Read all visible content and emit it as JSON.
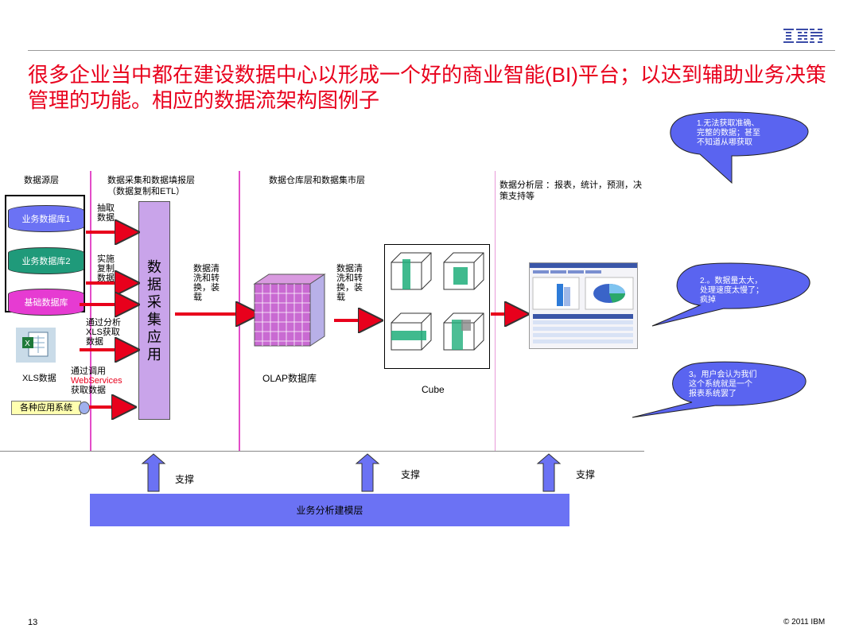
{
  "header": {
    "logo": "IBM",
    "title": "很多企业当中都在建设数据中心以形成一个好的商业智能(BI)平台；以达到辅助业务决策管理的功能。相应的数据流架构图例子"
  },
  "layers": {
    "source": "数据源层",
    "collect": "数据采集和数据填报层\n（数据复制和ETL）",
    "warehouse": "数据仓库层和数据集市层",
    "analysis": "数据分析层 ：报表，统计，预测，决\n策支持等"
  },
  "sources": {
    "db1": "业务数据库1",
    "db2": "业务数据库2",
    "db3": "基础数据库",
    "xls": "XLS数据",
    "apps": "各种应用系统"
  },
  "arrows": {
    "a1": "抽取\n数据",
    "a2": "实施\n复制\n数据",
    "a3": "通过分析\nXLS获取\n数据",
    "a4_line1": "通过调用",
    "a4_web": "WebServices",
    "a4_line3": "获取数据",
    "etl1": "数据清\n洗和转\n换，装\n载",
    "etl2": "数据清\n洗和转\n换，装\n载"
  },
  "collect_app": [
    "数",
    "据",
    "采",
    "集",
    "应",
    "用"
  ],
  "olap_label": "OLAP数据库",
  "cube_label": "Cube",
  "bubbles": {
    "b1": "1.无法获取准确、\n完整的数据；甚至\n不知道从哪获取",
    "b2": "2.。数据量太大，\n处理速度太慢了；\n疯掉",
    "b3": "3。用户会认为我们\n这个系统就是一个\n报表系统罢了"
  },
  "support": {
    "s1": "支撑",
    "s2": "支撑",
    "s3": "支撑"
  },
  "model_layer": "业务分析建模层",
  "footer": {
    "page": "13",
    "copyright": "© 2011 IBM"
  },
  "colors": {
    "title": "#e8001c",
    "db_blue": "#6b72f4",
    "db_green": "#1f9a7a",
    "db_magenta": "#e63bd2",
    "collect_purple": "#c9a4ea",
    "arrow_red": "#e8001c",
    "bubble_blue": "#5a64f0",
    "layer_line": "#e34dc8"
  }
}
